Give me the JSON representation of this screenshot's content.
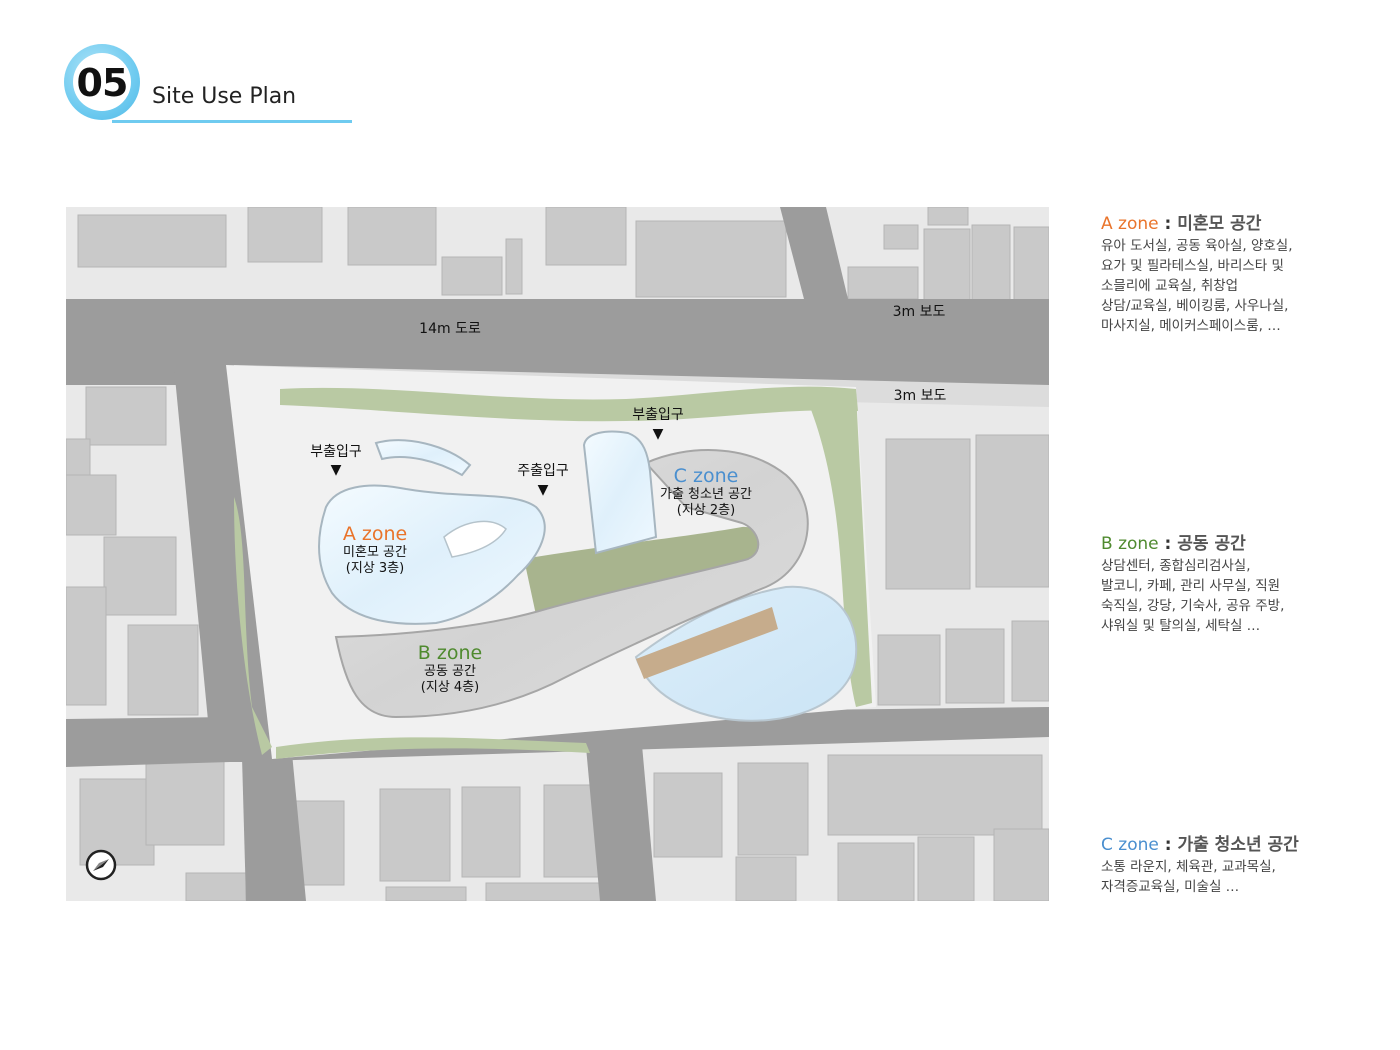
{
  "header": {
    "number": "05",
    "title": "Site Use Plan"
  },
  "map": {
    "roads": {
      "main_road": "14m 도로",
      "sidewalk_top": "3m 보도",
      "sidewalk_site": "3m 보도"
    },
    "entrances": {
      "main": "주출입구",
      "sub_left": "부출입구",
      "sub_right": "부출입구",
      "arrow": "▼"
    },
    "zones": {
      "a": {
        "name": "A zone",
        "desc": "미혼모 공간",
        "floors": "(지상 3층)"
      },
      "b": {
        "name": "B zone",
        "desc": "공동 공간",
        "floors": "(지상 4층)"
      },
      "c": {
        "name": "C zone",
        "desc": "가출 청소년 공간",
        "floors": "(지상 2층)"
      }
    },
    "compass_icon": "compass-icon"
  },
  "legend": {
    "separator": " : ",
    "a": {
      "zone": "A zone",
      "title": "미혼모 공간",
      "items": "유아 도서실, 공동 육아실, 양호실,\n요가 및 필라테스실, 바리스타 및\n소믈리에 교육실, 취창업\n상담/교육실, 베이킹룸, 사우나실,\n마사지실, 메이커스페이스룸, …"
    },
    "b": {
      "zone": "B zone",
      "title": "공동 공간",
      "items": "상담센터, 종합심리검사실,\n발코니, 카페, 관리 사무실, 직원\n숙직실, 강당, 기숙사, 공유 주방,\n샤워실 및 탈의실, 세탁실 …"
    },
    "c": {
      "zone": "C zone",
      "title": "가출 청소년 공간",
      "items": "소통 라운지, 체육관, 교과목실,\n자격증교육실, 미술실 …"
    }
  },
  "colors": {
    "accent": "#6fcbf0",
    "zone_a": "#e9742b",
    "zone_b": "#4f8a2f",
    "zone_c": "#4a8fcf"
  }
}
